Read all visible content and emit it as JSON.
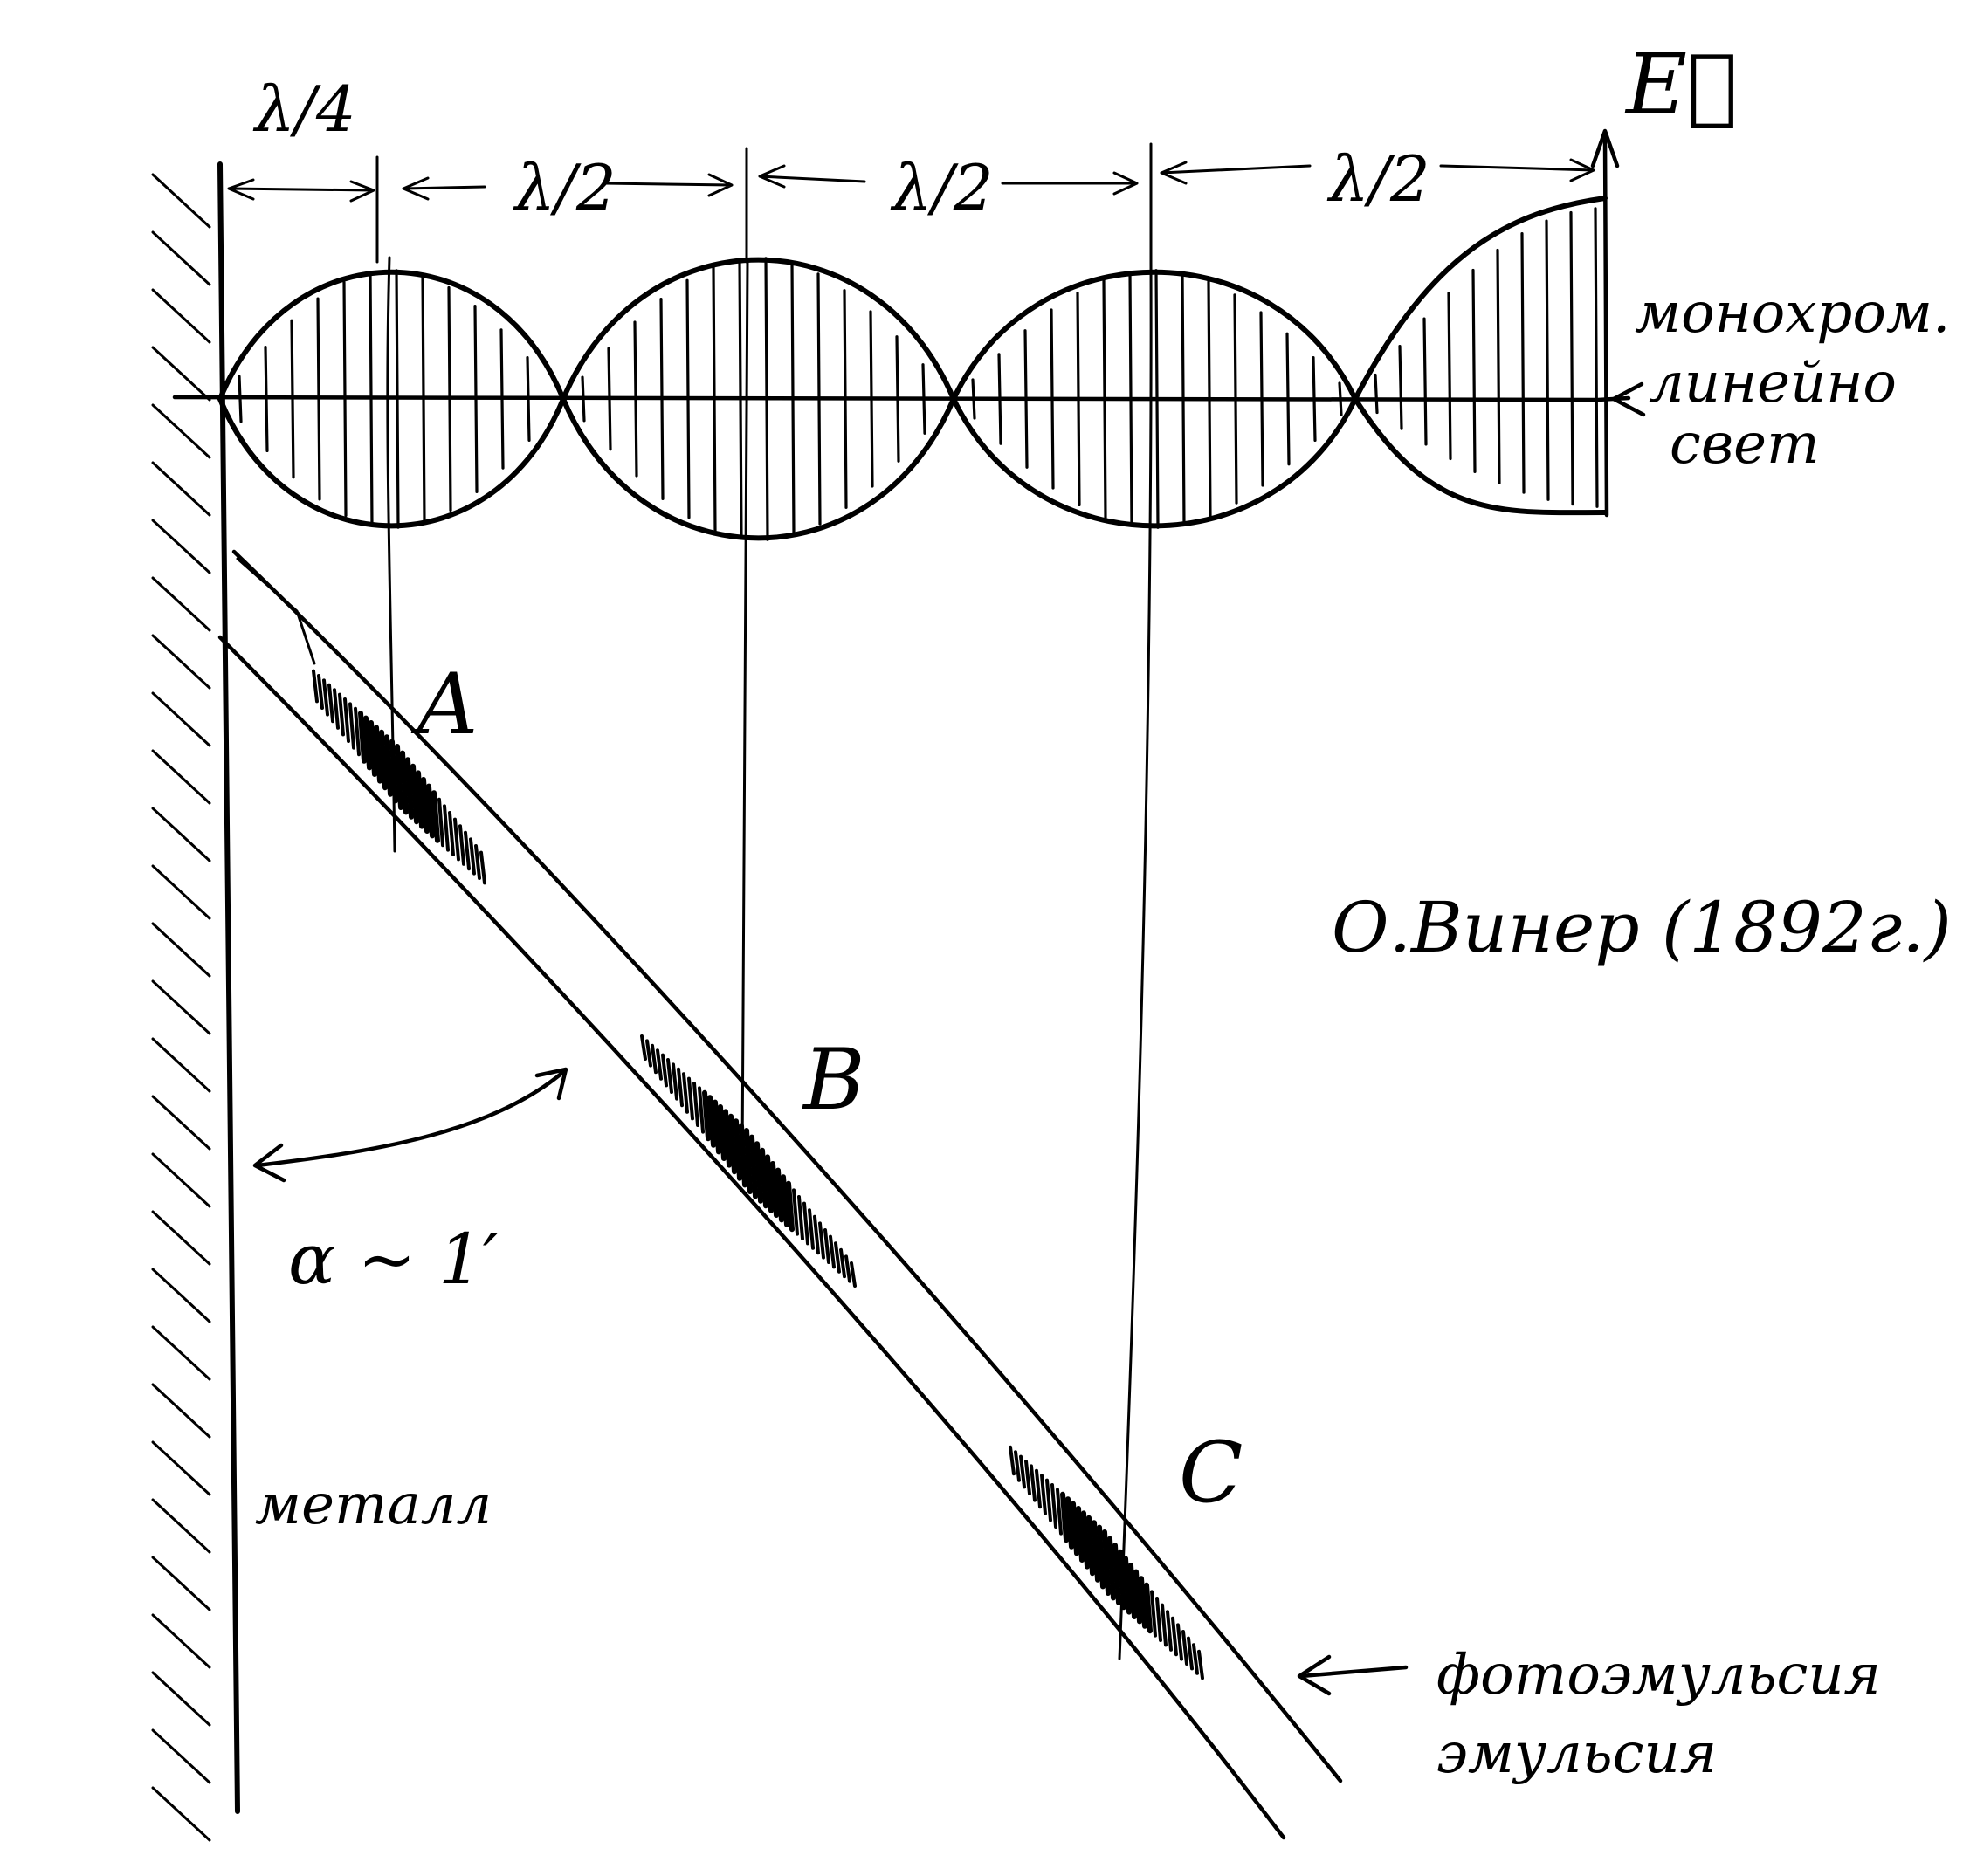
{
  "labels": {
    "quarter_wave": "λ/4",
    "half_wave_1": "λ/2",
    "half_wave_2": "λ/2",
    "half_wave_3": "λ/2",
    "field_vector": "E⃗",
    "light_line1": "монохром.",
    "light_line2": "линейно",
    "light_line3": "свет",
    "point_a": "A",
    "point_b": "B",
    "point_c": "C",
    "author": "О.Винер (1892г.)",
    "angle": "α ~ 1′",
    "metal": "металл",
    "emulsion_line1": "фотоэмульсия",
    "emulsion_line2": "эмульсия"
  }
}
